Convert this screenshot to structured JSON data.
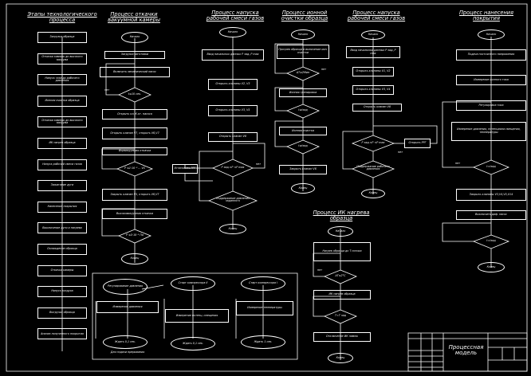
{
  "titles": {
    "c1": "Этапы технологического процесса",
    "c2": "Процесс откачки вакуумной камеры",
    "c3": "Процесс напуска рабочей смеси газов",
    "c4": "Процесс ионной очистки образца",
    "c5": "Процесс напуска рабочей смеси газов",
    "c6": "Процесс нанесения покрытия",
    "c7": "Процесс ИК нагрева образца"
  },
  "stages": [
    "Загрузка образца",
    "Откачка камеры до высокого вакуума",
    "Напуск газа до рабочего давления",
    "Ионная очистка образца",
    "Откачка камеры до высокого вакуума",
    "ИК нагрев образца",
    "Напуск рабочей смеси газов",
    "Зажигание дуги",
    "Нанесение покрытия",
    "Выключение дуги и нагрева",
    "Охлаждение образца",
    "Откачка камеры",
    "Напуск воздуха",
    "Выгрузка образца",
    "Анализ полученного покрытия"
  ],
  "c2": {
    "start": "Начало",
    "b1": "Загрузка заготовки",
    "b2": "Включить механический насос",
    "d1": "t≥10 сек.",
    "b3": "Открыть кл. К.кт. насоса",
    "b4": "Открыть клапан V7, открыть V6,V7",
    "b5": "Форвакуумная откачка",
    "d2": "P ≤1·10⁻³ ... V5",
    "b6": "Закрыть клапан V5, открыть V6,V7",
    "b7": "Высоковакуумная откачка",
    "d3": "P ≤5·10⁻⁵ Па",
    "end": "Конец",
    "da": "нет",
    "ne": "нет"
  },
  "c3": {
    "start": "Начало",
    "b1": "Ввод начальных данных P зад.,P max",
    "b2": "Открыть клапаны V2, V3",
    "b3": "Открыть клапаны V3, V5",
    "b4": "Открыть клапан V8",
    "d1": "P зад.<P <P max",
    "side": "Установить РРГ",
    "d2": "Поддержание давления заданного",
    "end": "Конец",
    "ne": "нет"
  },
  "c4": {
    "start": "Начало",
    "b1": "Прогрев образца и включение ион. очистки",
    "d1": "ΔT≥2Мин",
    "b2": "Ионная тренировка",
    "d2": "t≥tзад",
    "b3": "Ионная очистка",
    "d3": "t≥tзад",
    "b4": "Закрыть клапан V6",
    "end": "Конец",
    "ne": "нет"
  },
  "c5": {
    "start": "Начало",
    "b1": "Ввод начальных данных P зад.,P max",
    "b2": "Открыть клапаны V1, V2",
    "b3": "Открыть клапаны V3, V4",
    "b4": "Открыть клапан V8",
    "d1": "P зад.<P <P max",
    "side": "Открыть РРГ",
    "d2": "Поддержание рабочего давления",
    "end": "Конец",
    "ne": "нет"
  },
  "c6": {
    "start": "Начало",
    "b1": "Подача постоянного напряжения",
    "b2": "Измерение ионного тока",
    "b3": "Регулировка тока",
    "b4": "Измерение давления, потенциала смещения, температуры",
    "d1": "t=tзад",
    "b5": "Закрыть клапаны V3,V4,V5,V14",
    "b6": "Выключить диф. насос",
    "d2": "t=tзад",
    "end": "Конец",
    "ne": "нет"
  },
  "c7": {
    "start": "Начало",
    "b1": "Нагрев образца до T потока",
    "d1": "ΔT≤2°C",
    "b2": "ИК нагрев образца",
    "d2": "T=T зад",
    "b3": "Отключение ИК лампы",
    "end": "Конец",
    "ne": "нет"
  },
  "bottom": {
    "o1": "Регулирование давления",
    "o2": "Старт компрессора II",
    "o3": "Старт компрессора I",
    "b1": "Измерение давления",
    "b2": "Измерение потенц. смещения",
    "b3": "Измерение температуры",
    "o4": "Ждать 0,1 сек.",
    "o5": "Ждать 0,1 сек.",
    "o6": "Ждать 1 сек.",
    "note": "Для подачи прерывания"
  },
  "titleblock": {
    "title": "Процессная модель"
  }
}
